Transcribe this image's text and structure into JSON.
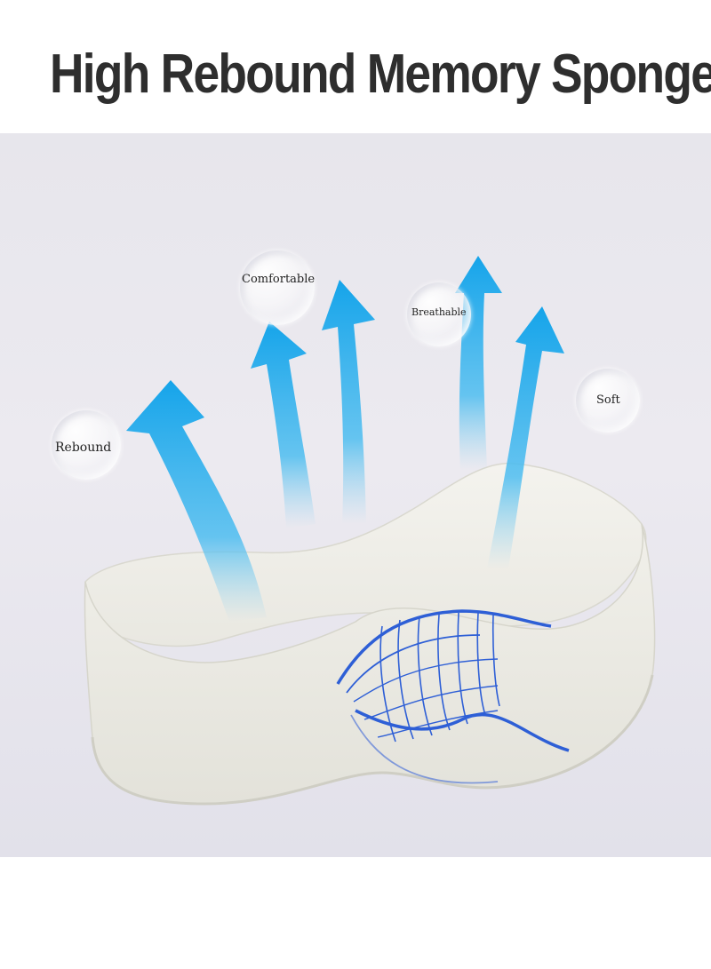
{
  "headline": "High Rebound Memory Sponge",
  "features": {
    "rebound": "Rebound",
    "comfortable": "Comfortable",
    "breathable": "Breathable",
    "soft": "Soft"
  },
  "colors": {
    "arrow": "#2aaee8",
    "pillow": "#ecebe4",
    "mesh": "#2e5fd6",
    "title": "#2e2e2e"
  },
  "icons": {
    "arrows": "airflow-arrow-icon",
    "mesh": "elastic-mesh-icon"
  }
}
